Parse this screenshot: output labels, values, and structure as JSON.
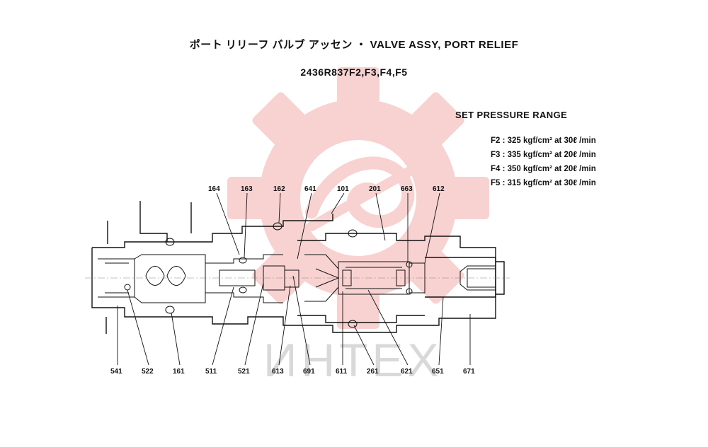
{
  "header": {
    "title": "ポート リリーフ バルブ アッセン ・ VALVE ASSY, PORT RELIEF",
    "part_number": "2436R837F2,F3,F4,F5"
  },
  "pressure_range": {
    "heading": "SET PRESSURE RANGE",
    "rows": [
      "F2 : 325 kgf/cm² at 30ℓ /min",
      "F3 : 335 kgf/cm² at 20ℓ /min",
      "F4 : 350 kgf/cm² at 20ℓ /min",
      "F5 : 315 kgf/cm² at 30ℓ /min"
    ]
  },
  "callouts": {
    "top": [
      "164",
      "163",
      "162",
      "641",
      "101",
      "201",
      "663",
      "612"
    ],
    "bottom": [
      "541",
      "522",
      "161",
      "511",
      "521",
      "613",
      "691",
      "611",
      "261",
      "621",
      "651",
      "671"
    ]
  },
  "watermark": {
    "text": "ИНТЕХ",
    "colors": {
      "gear": "#f7c9c9",
      "text": "#d9d9d9"
    }
  },
  "colors": {
    "ink": "#111111",
    "background": "#ffffff"
  }
}
